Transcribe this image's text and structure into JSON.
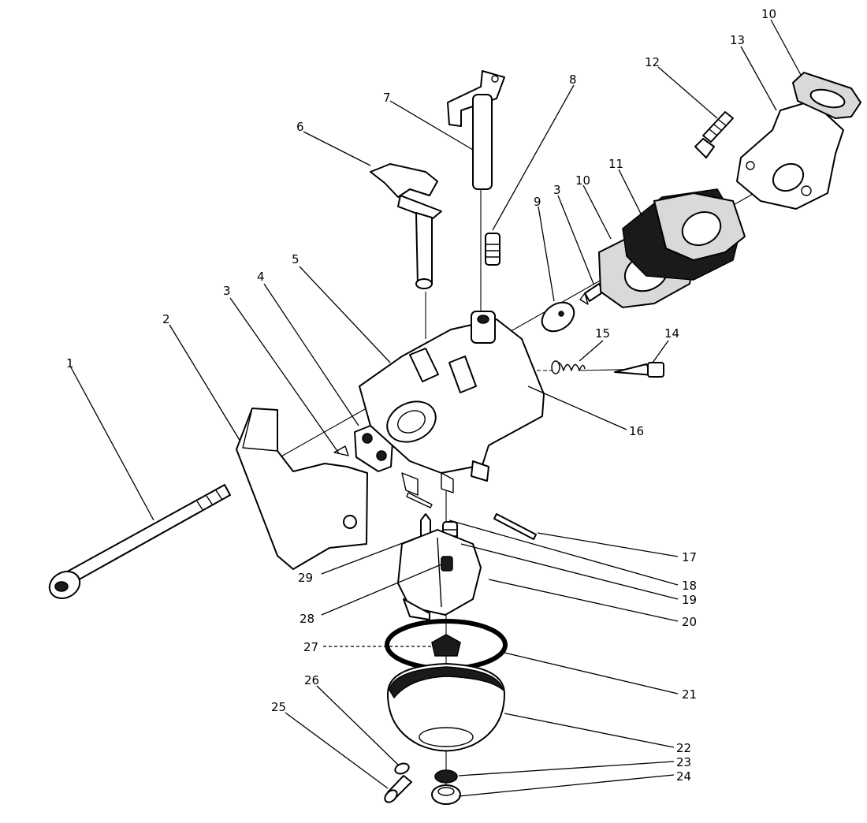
{
  "callouts": [
    {
      "id": "1",
      "text": "1"
    },
    {
      "id": "2",
      "text": "2"
    },
    {
      "id": "3a",
      "text": "3"
    },
    {
      "id": "4",
      "text": "4"
    },
    {
      "id": "5",
      "text": "5"
    },
    {
      "id": "6",
      "text": "6"
    },
    {
      "id": "7",
      "text": "7"
    },
    {
      "id": "8",
      "text": "8"
    },
    {
      "id": "9",
      "text": "9"
    },
    {
      "id": "3b",
      "text": "3"
    },
    {
      "id": "10a",
      "text": "10"
    },
    {
      "id": "11",
      "text": "11"
    },
    {
      "id": "12",
      "text": "12"
    },
    {
      "id": "13",
      "text": "13"
    },
    {
      "id": "10b",
      "text": "10"
    },
    {
      "id": "14",
      "text": "14"
    },
    {
      "id": "15",
      "text": "15"
    },
    {
      "id": "16",
      "text": "16"
    },
    {
      "id": "17",
      "text": "17"
    },
    {
      "id": "18",
      "text": "18"
    },
    {
      "id": "19",
      "text": "19"
    },
    {
      "id": "20",
      "text": "20"
    },
    {
      "id": "21",
      "text": "21"
    },
    {
      "id": "22",
      "text": "22"
    },
    {
      "id": "23",
      "text": "23"
    },
    {
      "id": "24",
      "text": "24"
    },
    {
      "id": "25",
      "text": "25"
    },
    {
      "id": "26",
      "text": "26"
    },
    {
      "id": "27",
      "text": "27"
    },
    {
      "id": "28",
      "text": "28"
    },
    {
      "id": "29",
      "text": "29"
    }
  ],
  "colors": {
    "ink": "#000000",
    "paper": "#ffffff"
  }
}
